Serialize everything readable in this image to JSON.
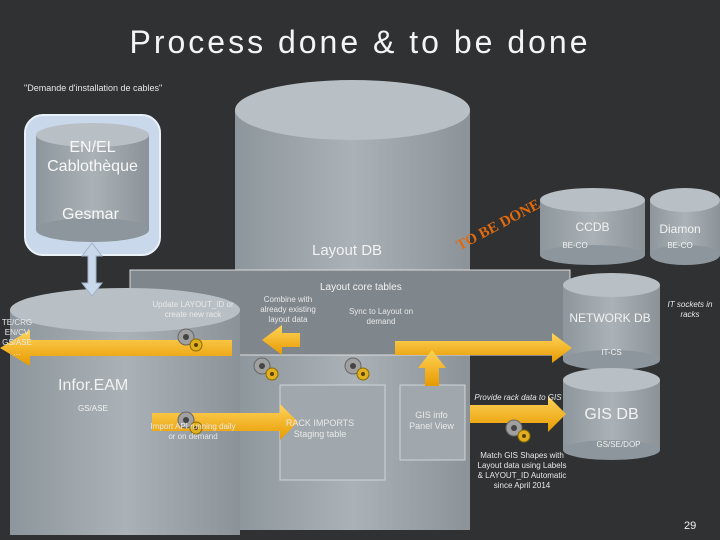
{
  "title": "Process done & to be  done",
  "subtitle": "\"Demande d'installation de cables\"",
  "cablotheque": {
    "line1": "EN/EL",
    "line2": "Cablothèque"
  },
  "gesmar": "Gesmar",
  "layout_db": {
    "label": "Layout DB",
    "core_tables": "Layout core tables"
  },
  "to_be_done": "TO BE DONE",
  "ccdb": {
    "label": "CCDB",
    "group": "BE-CO"
  },
  "diamon": {
    "label": "Diamon",
    "group": "BE-CO"
  },
  "network_db": {
    "label": "NETWORK DB",
    "group": "IT-CS",
    "note": "IT sockets in racks"
  },
  "gis_db": {
    "label": "GIS DB",
    "group": "GS/SE/DOP"
  },
  "infor_eam": {
    "label": "Infor.EAM",
    "group": "GS/ASE"
  },
  "left_clip": [
    "TE/CRG",
    "EN/CV",
    "GS/ASE",
    "…"
  ],
  "processes": {
    "update_layout": "Update LAYOUT_ID or create new rack",
    "combine": "Combine with already existing layout data",
    "sync": "Sync to Layout on demand",
    "rack_imports": "RACK IMPORTS Staging table",
    "gis_info": "GIS info Panel View",
    "provide_rack": "Provide rack data to GIS",
    "import_api": "Import API running daily or on demand",
    "match_gis": "Match GIS Shapes with Layout data using Labels & LAYOUT_ID Automatic since April 2014"
  },
  "page_number": "29",
  "colors": {
    "cylinder": "#9aa3a9",
    "cylinder_top": "#b9c0c5",
    "arrow": "#f2a900",
    "blue_box": "#c9d8ea",
    "to_be_done": "#e06a10"
  }
}
